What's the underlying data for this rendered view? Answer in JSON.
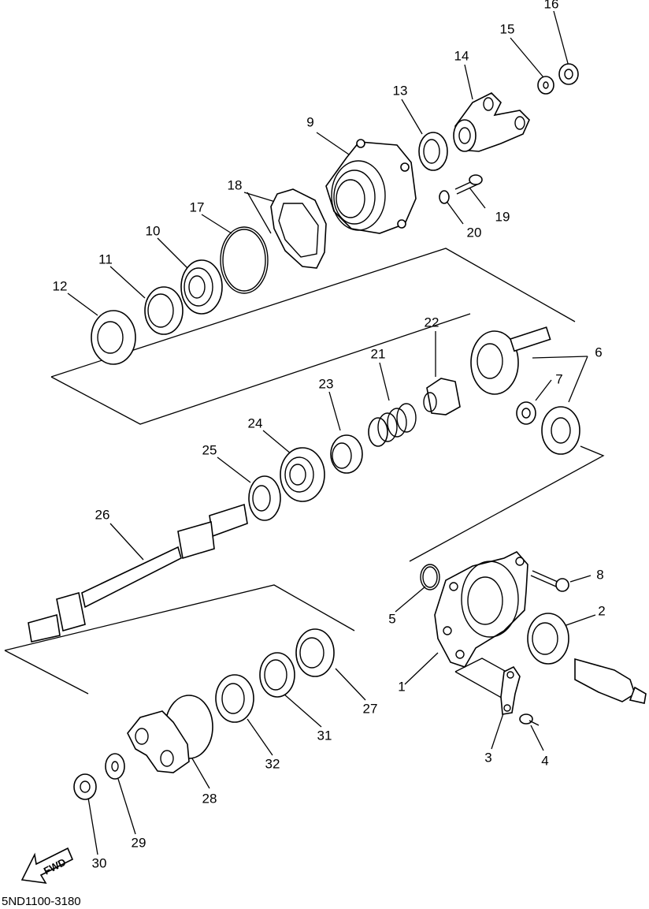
{
  "diagram": {
    "part_numbers": [
      "1",
      "2",
      "3",
      "4",
      "5",
      "6",
      "7",
      "8",
      "9",
      "10",
      "11",
      "12",
      "13",
      "14",
      "15",
      "16",
      "17",
      "18",
      "19",
      "20",
      "21",
      "22",
      "23",
      "24",
      "25",
      "26",
      "27",
      "28",
      "29",
      "30",
      "31",
      "32"
    ],
    "fwd_label": "FWD",
    "drawing_code": "5ND1100-3180"
  }
}
